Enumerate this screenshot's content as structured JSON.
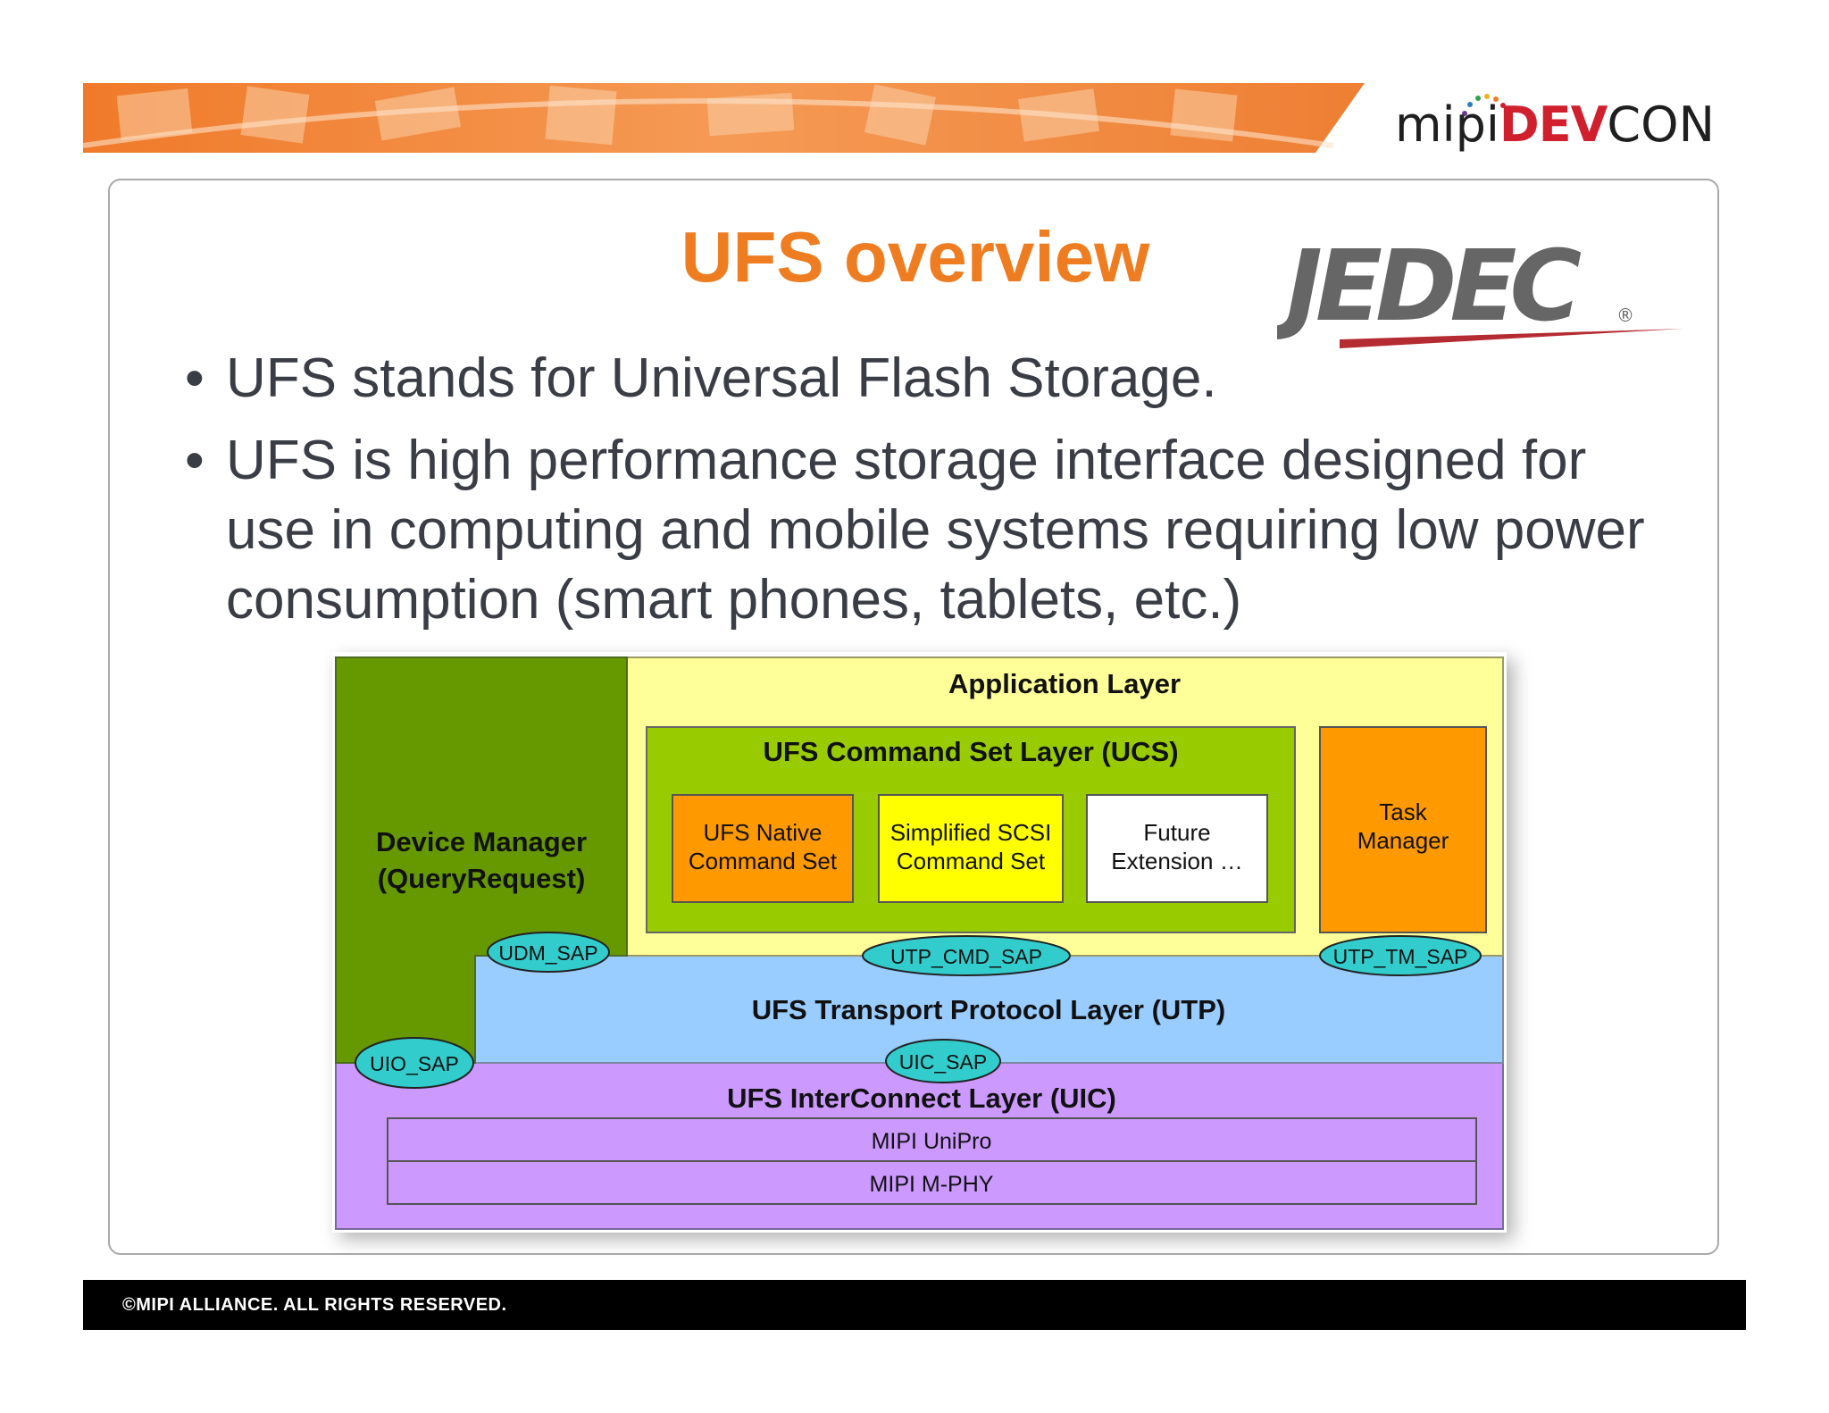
{
  "header": {
    "logo_text_a": "mipi",
    "logo_text_b": "DEV",
    "logo_text_c": "CON",
    "logo_colors": {
      "dark": "#1f1f1f",
      "red": "#d0202e"
    }
  },
  "slide": {
    "title": "UFS overview",
    "title_color": "#ee7d22",
    "jedec_logo": "JEDEC",
    "bullets": [
      "UFS stands for Universal Flash Storage.",
      "UFS is high performance storage interface designed for use in computing and mobile systems requiring low power consumption (smart phones, tablets, etc.)"
    ]
  },
  "diagram": {
    "application_layer": "Application Layer",
    "device_manager_line1": "Device Manager",
    "device_manager_line2": "(QueryRequest)",
    "ucs_title": "UFS Command Set Layer (UCS)",
    "native_line1": "UFS Native",
    "native_line2": "Command Set",
    "scsi_line1": "Simplified SCSI",
    "scsi_line2": "Command Set",
    "future_line1": "Future",
    "future_line2": "Extension …",
    "task_line1": "Task",
    "task_line2": "Manager",
    "udm_sap": "UDM_SAP",
    "utp_cmd_sap": "UTP_CMD_SAP",
    "utp_tm_sap": "UTP_TM_SAP",
    "utp_title": "UFS Transport  Protocol Layer (UTP)",
    "uio_sap": "UIO_SAP",
    "uic_sap": "UIC_SAP",
    "uic_title": "UFS InterConnect Layer (UIC)",
    "unipro": "MIPI UniPro",
    "mphy": "MIPI M-PHY",
    "colors": {
      "app": "#ffff99",
      "device_manager": "#669900",
      "ucs": "#99cc00",
      "native": "#ff9900",
      "scsi": "#ffff00",
      "future": "#ffffff",
      "task": "#ff9900",
      "utp": "#99ccff",
      "uic": "#cc99ff",
      "sap": "#33cccc"
    }
  },
  "footer": {
    "text": "©MIPI ALLIANCE. ALL RIGHTS RESERVED."
  }
}
